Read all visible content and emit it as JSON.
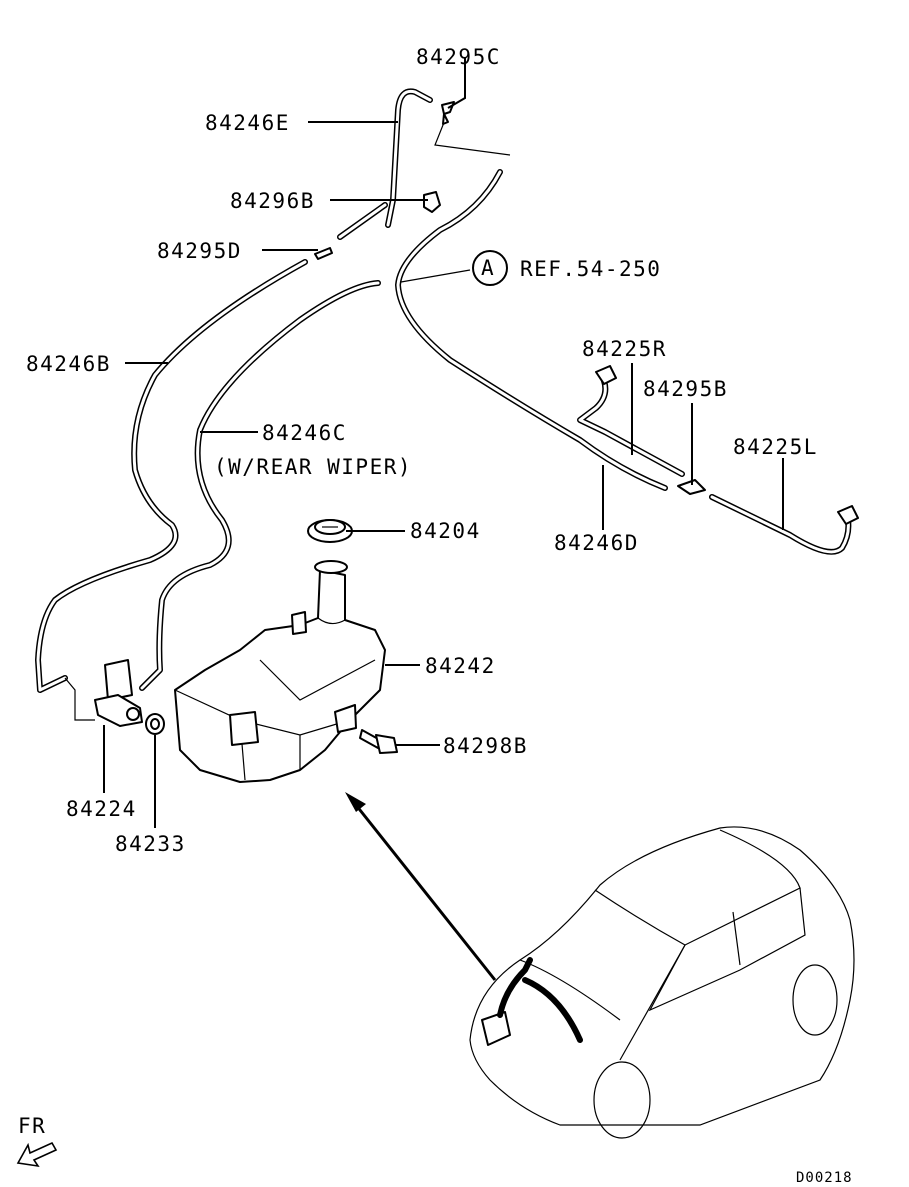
{
  "labels": {
    "p84295C": "84295C",
    "p84246E": "84246E",
    "p84296B": "84296B",
    "p84295D": "84295D",
    "refLetter": "A",
    "refText": "REF.54-250",
    "p84246B": "84246B",
    "p84246C": "84246C",
    "rearWiper": "(W/REAR WIPER)",
    "p84225R": "84225R",
    "p84295B": "84295B",
    "p84225L": "84225L",
    "p84246D": "84246D",
    "p84204": "84204",
    "p84242": "84242",
    "p84298B": "84298B",
    "p84224": "84224",
    "p84233": "84233",
    "direction": "FR",
    "diagramCode": "D00218"
  }
}
